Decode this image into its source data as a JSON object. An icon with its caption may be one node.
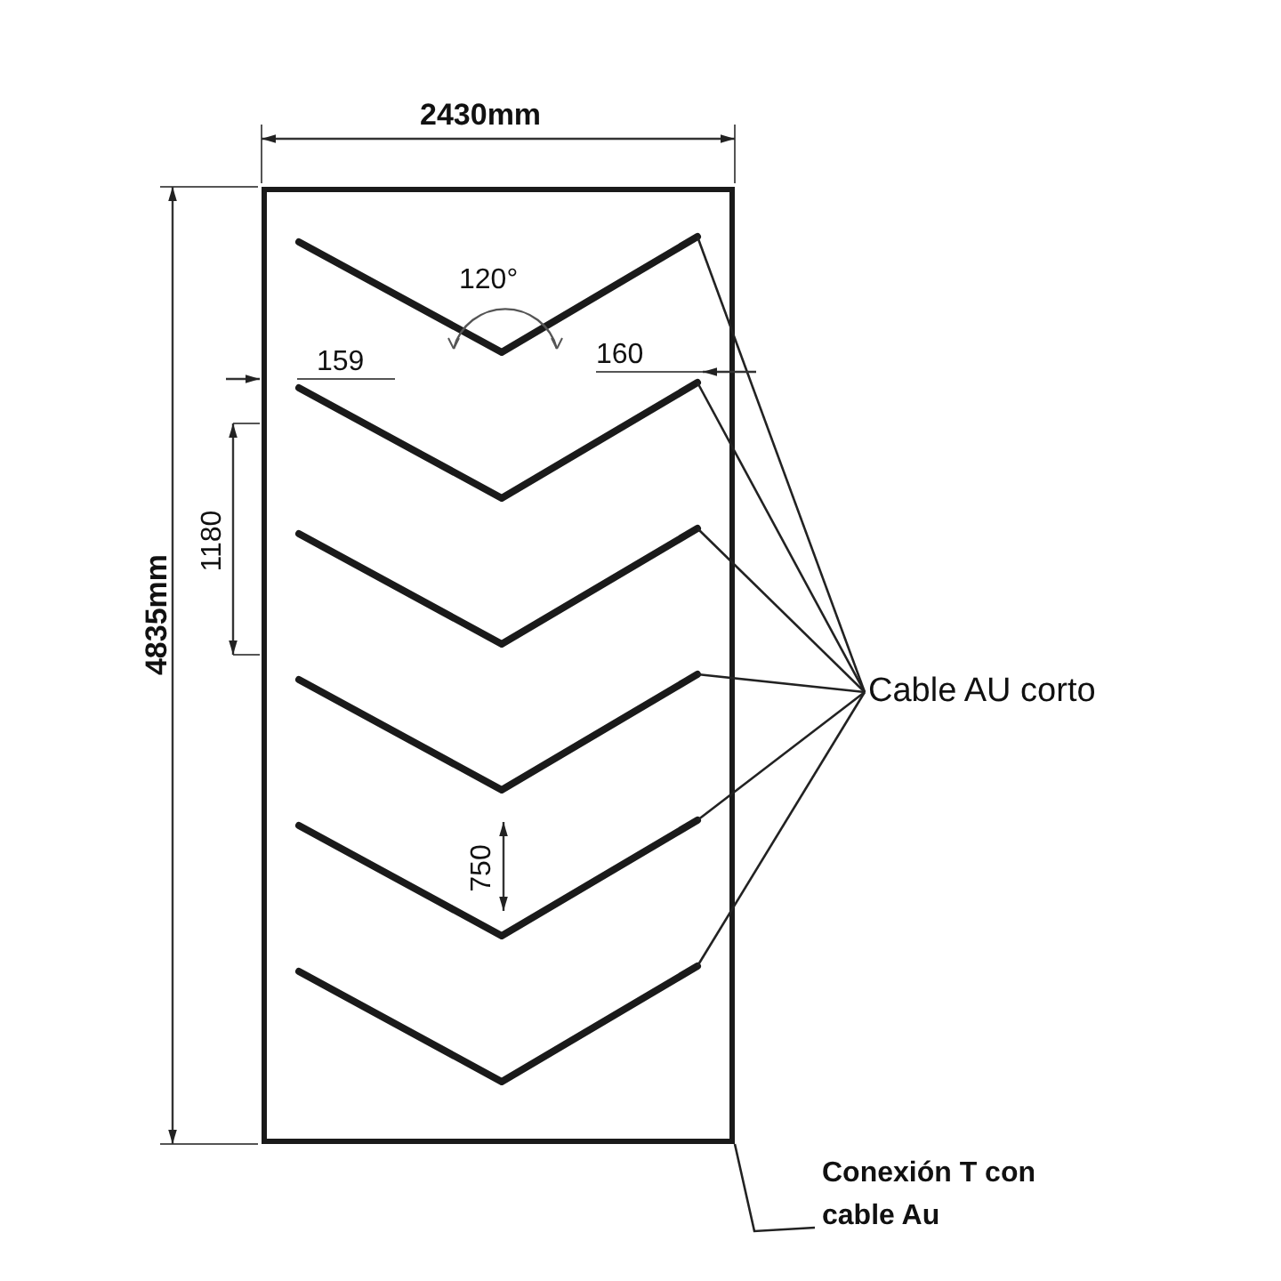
{
  "diagram": {
    "nodes": [
      {
        "text": [],
        "shape": "box"
      },
      {
        "text": [],
        "shape": "bar",
        "in": 0
      },
      {
        "text": [],
        "shape": "bar",
        "in": 0
      },
      {
        "text": [],
        "shape": "bar",
        "in": 0
      },
      {
        "text": [],
        "shape": "bar",
        "in": 0
      },
      {
        "text": [],
        "shape": "bar",
        "in": 0
      },
      {
        "text": [],
        "shape": "bar",
        "in": 0
      },
      {
        "text": [
          "Cable AU corto"
        ]
      },
      {
        "text": [
          "Conexión T con cable Au"
        ]
      }
    ],
    "edges": [
      {
        "from": 7,
        "to": 1,
        "arrow": "none"
      },
      {
        "from": 7,
        "to": 2,
        "arrow": "none"
      },
      {
        "from": 7,
        "to": 3,
        "arrow": "none"
      },
      {
        "from": 7,
        "to": 4,
        "arrow": "none"
      },
      {
        "from": 7,
        "to": 5,
        "arrow": "none"
      },
      {
        "from": 7,
        "to": 6,
        "arrow": "none"
      },
      {
        "from": 8,
        "to": 0,
        "arrow": "none"
      }
    ],
    "labels": [
      "2430mm",
      "4835mm",
      "120°",
      "159",
      "160",
      "1180",
      "750"
    ]
  }
}
